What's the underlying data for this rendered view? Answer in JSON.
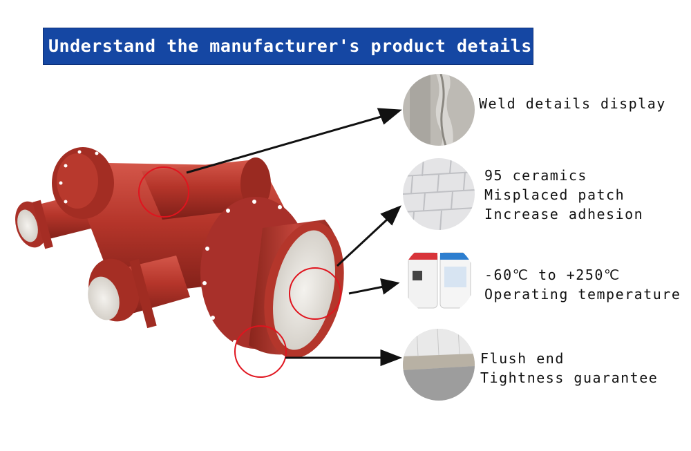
{
  "header": {
    "title": "Understand the manufacturer's product details"
  },
  "details": [
    {
      "image": "weld-seam-photo",
      "lines": [
        "Weld details display"
      ]
    },
    {
      "image": "ceramic-tiles-photo",
      "lines": [
        "95 ceramics",
        "Misplaced patch",
        "Increase adhesion"
      ]
    },
    {
      "image": "adhesive-buckets-photo",
      "lines": [
        "-60℃ to +250℃",
        "Operating temperature"
      ]
    },
    {
      "image": "flush-end-photo",
      "lines": [
        "Flush end",
        "Tightness guarantee"
      ]
    }
  ],
  "product": {
    "image": "ceramic-lined-pipe-tee"
  },
  "colors": {
    "banner": "#1547a3",
    "pipe": "#b5352a",
    "highlight_circle": "#e0141e",
    "arrow": "#111111"
  }
}
